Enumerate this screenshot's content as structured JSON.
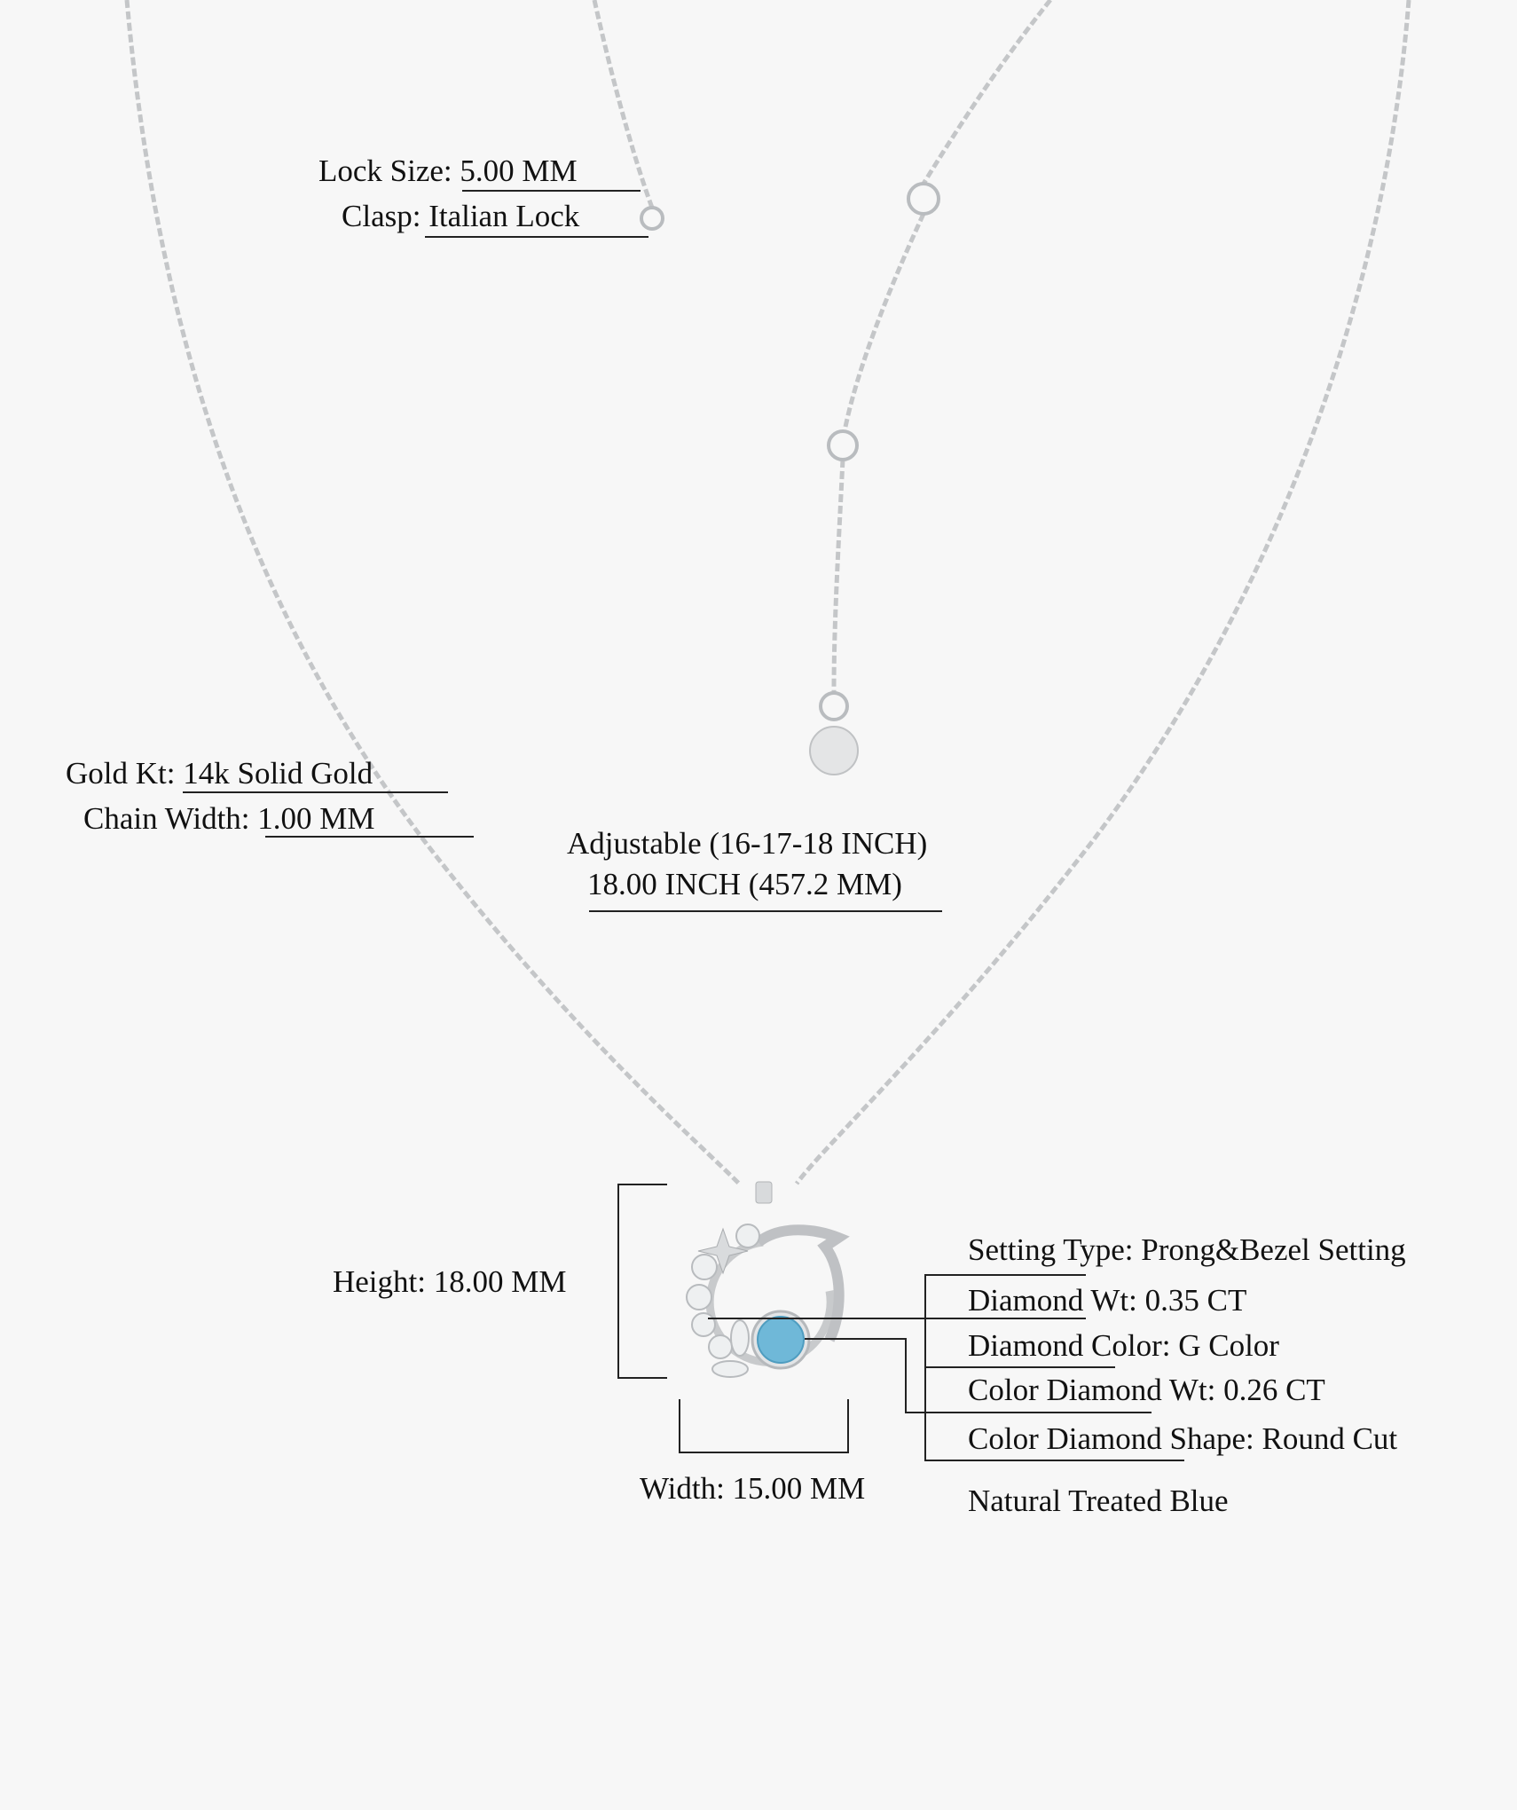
{
  "clasp_info": {
    "lock_size": "Lock Size: 5.00 MM",
    "clasp": "Clasp: Italian Lock"
  },
  "chain_info": {
    "gold_kt": "Gold Kt: 14k Solid Gold",
    "chain_width": "Chain Width: 1.00 MM"
  },
  "length_info": {
    "adjustable": "Adjustable (16-17-18 INCH)",
    "length": "18.00 INCH (457.2 MM)"
  },
  "dimensions": {
    "height": "Height: 18.00 MM",
    "width": "Width: 15.00 MM"
  },
  "stone_info": {
    "setting_type": "Setting Type: Prong&Bezel Setting",
    "diamond_wt": "Diamond Wt: 0.35 CT",
    "diamond_color": "Diamond Color: G Color",
    "color_diamond_wt": "Color Diamond Wt: 0.26 CT",
    "color_diamond_shape": "Color Diamond Shape: Round Cut",
    "treatment": "Natural Treated Blue"
  },
  "colors": {
    "background": "#f7f7f7",
    "metal": "#c9cbcd",
    "gem": "#6fb8d8"
  }
}
